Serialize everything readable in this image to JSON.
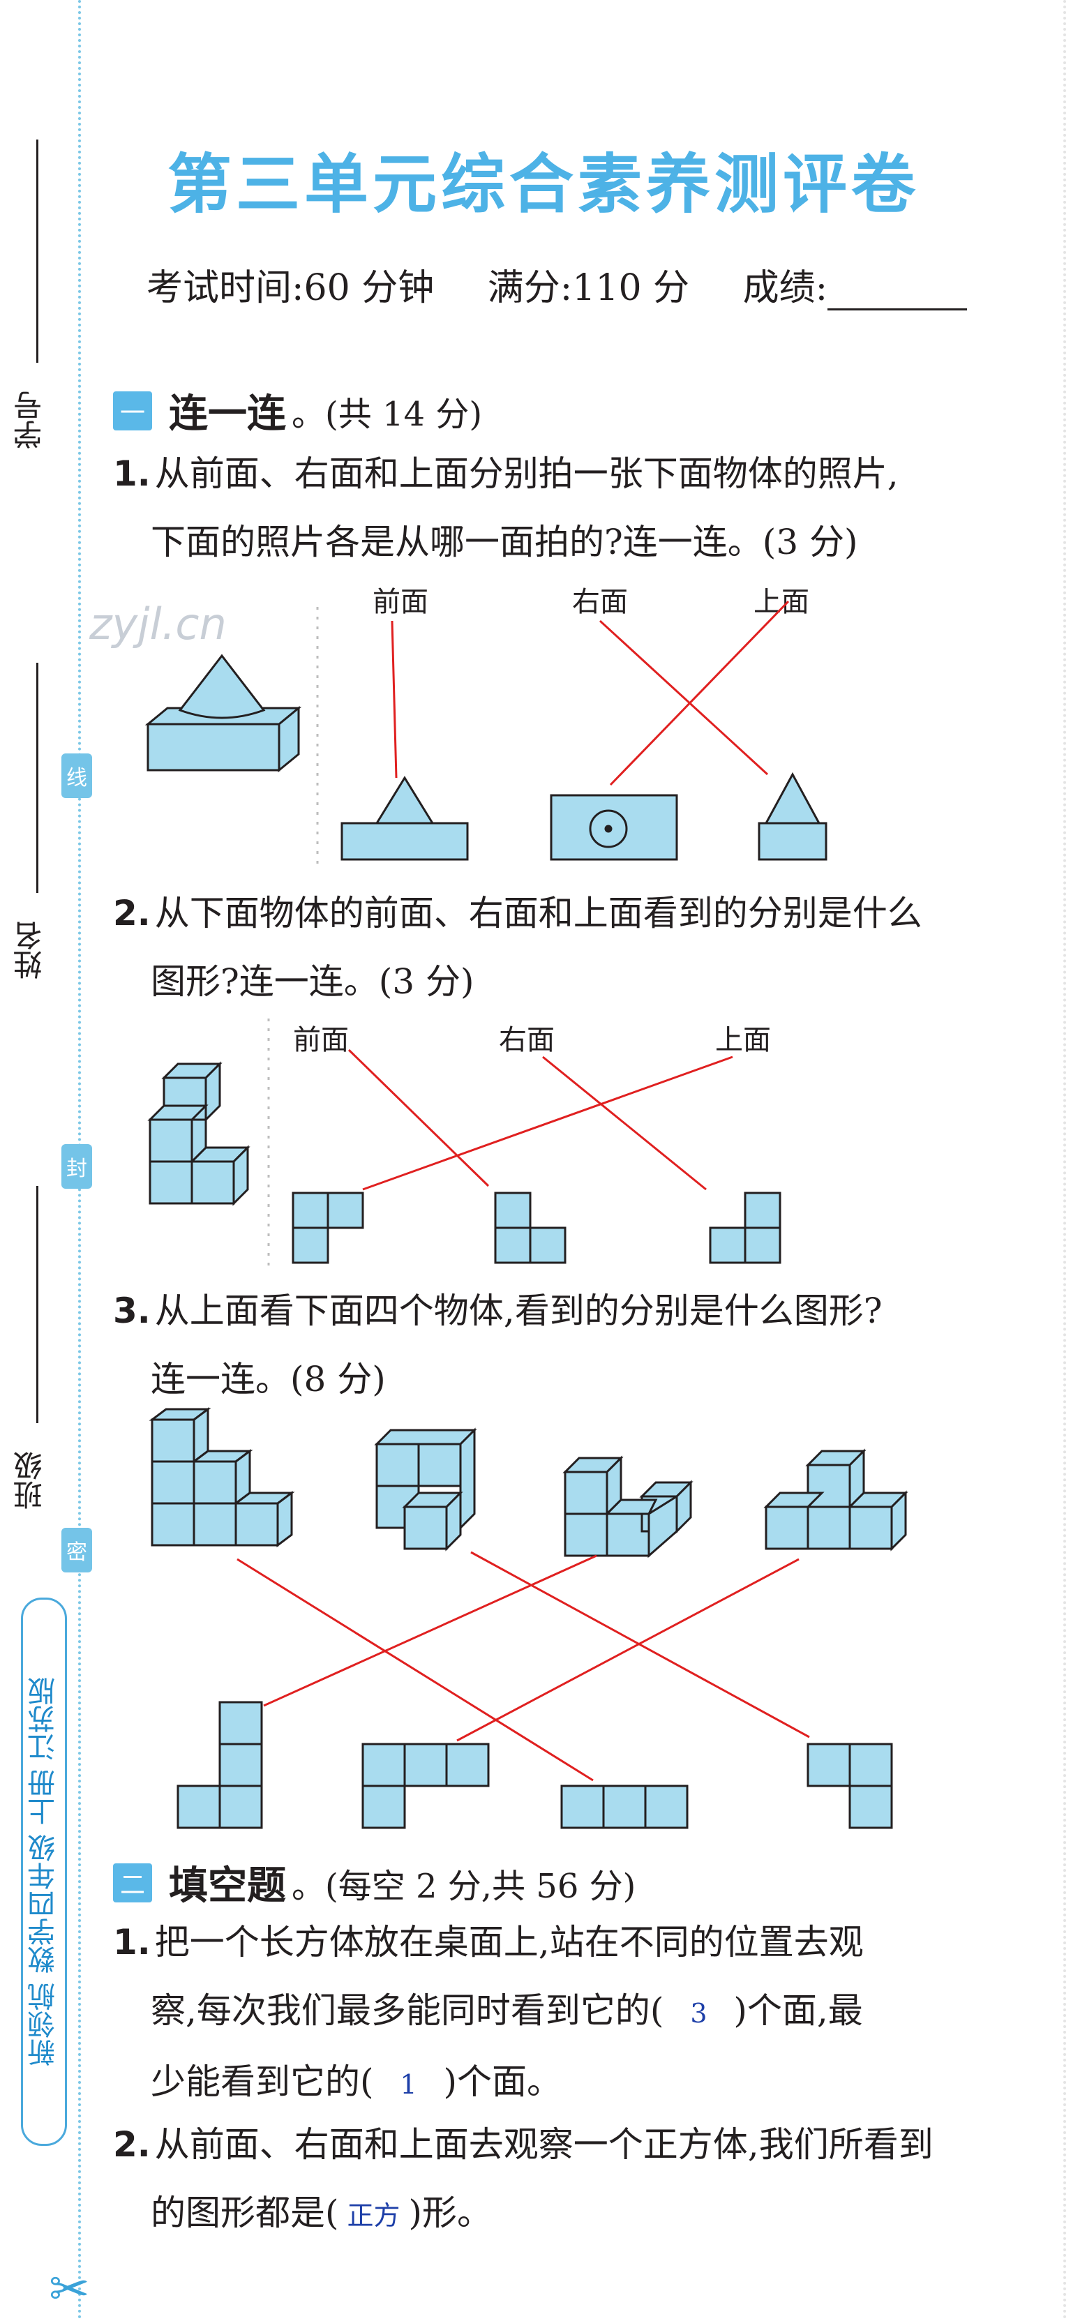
{
  "margin": {
    "student_no": "学号",
    "name": "姓名",
    "class": "班级",
    "cut_marks": [
      "线",
      "封",
      "密"
    ],
    "brand": "新领航 数学四年级 上册 江苏版"
  },
  "title": "第三单元综合素养测评卷",
  "exam_info": {
    "time": "考试时间:60 分钟",
    "full_score": "满分:110 分",
    "score_label": "成绩:"
  },
  "watermark": "zyjl.cn",
  "section1": {
    "badge": "一",
    "name": "连一连",
    "points": "。(共 14 分)",
    "q1": {
      "num": "1.",
      "line1": "从前面、右面和上面分别拍一张下面物体的照片,",
      "line2": "下面的照片各是从哪一面拍的?连一连。(3 分)",
      "labels": [
        "前面",
        "右面",
        "上面"
      ]
    },
    "q2": {
      "num": "2.",
      "line1": "从下面物体的前面、右面和上面看到的分别是什么",
      "line2": "图形?连一连。(3 分)",
      "labels": [
        "前面",
        "右面",
        "上面"
      ]
    },
    "q3": {
      "num": "3.",
      "line1": "从上面看下面四个物体,看到的分别是什么图形?",
      "line2": "连一连。(8 分)"
    }
  },
  "section2": {
    "badge": "二",
    "name": "填空题",
    "points": "。(每空 2 分,共 56 分)",
    "q1": {
      "num": "1.",
      "line1": "把一个长方体放在桌面上,站在不同的位置去观",
      "line2_a": "察,每次我们最多能同时看到它的(",
      "answer1": "3",
      "line2_b": ")个面,最",
      "line3_a": "少能看到它的(",
      "answer2": "1",
      "line3_b": ")个面。"
    },
    "q2": {
      "num": "2.",
      "line1": "从前面、右面和上面去观察一个正方体,我们所看到",
      "line2_a": "的图形都是(",
      "answer": "正方",
      "line2_b": ")形。"
    }
  },
  "colors": {
    "accent": "#4db2e6",
    "shape_fill": "#a9dcef",
    "answer_line": "#e02020",
    "answer_text": "#1d3fa8"
  }
}
